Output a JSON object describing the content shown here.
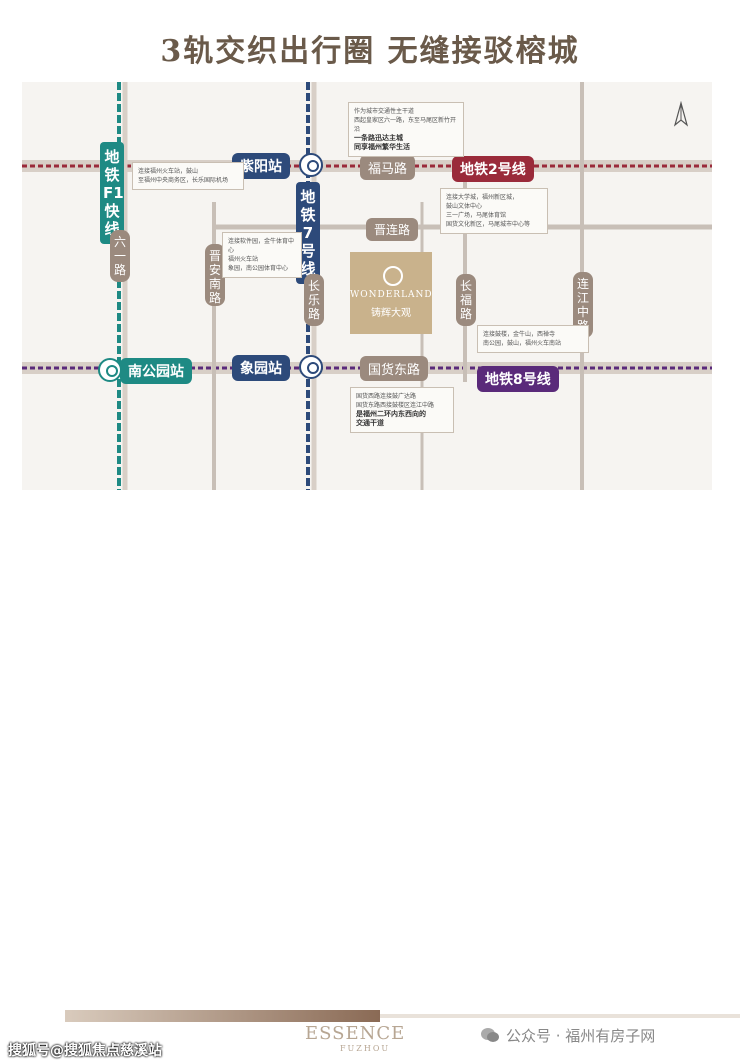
{
  "title": "3轨交织出行圈 无缝接驳榕城",
  "colors": {
    "metro2": "#9a2a3a",
    "metro8": "#5a2a7a",
    "metroF1": "#1e8a84",
    "metro7": "#2d4a7a",
    "road": "#9b8a7e"
  },
  "metro_lines": {
    "f1": "地铁F1快线",
    "line7": "地铁7号线",
    "line2": "地铁2号线",
    "line8": "地铁8号线"
  },
  "stations": {
    "ziyang": "紫阳站",
    "xiangyuan": "象园站",
    "nangongyuan": "南公园站"
  },
  "roads": {
    "fuma": "福马路",
    "jinlian": "晋连路",
    "guohuo_east": "国货东路",
    "liuyi": "六一路",
    "jinan": "晋安南路",
    "changle": "长乐路",
    "changfu": "长福路",
    "lianjiang_zhong": "连江中路"
  },
  "notes": {
    "top": [
      "作为城市交通性主干道",
      "西起皇家区六一路，东至马尾区新竹开沿",
      "一条路迅达主城",
      "同享福州繁华生活"
    ],
    "left": [
      "连接福州火车站，鼓山",
      "至福州中央商务区，长乐国际机场"
    ],
    "right": [
      "连接大学城，福州新区城，",
      "鼓山文体中心",
      "三一广场，马尾体育馆",
      "国货文化新区，马尾城市中心等"
    ],
    "mid_left": [
      "连接软件园，金牛体育中心",
      "福州火车站",
      "象园，南公园体育中心"
    ],
    "right_lower": [
      "连接鼓楼，金牛山，西禅寺",
      "南公园，鼓山，福州火车南站"
    ],
    "bottom": [
      "国货西路连接鼓广达路",
      "国货东路西接鼓楼区连江中路",
      "是福州二环内东西向的",
      "交通干道"
    ]
  },
  "project": {
    "en": "WONDERLAND",
    "cn": "铸辉大观"
  },
  "footer": {
    "brand": "ESSENCE",
    "city": "FUZHOU",
    "wechat": "公众号 · 福州有房子网",
    "watermark": "搜狐号@搜狐焦点慈溪站"
  },
  "compass_icon": "north-arrow-icon"
}
